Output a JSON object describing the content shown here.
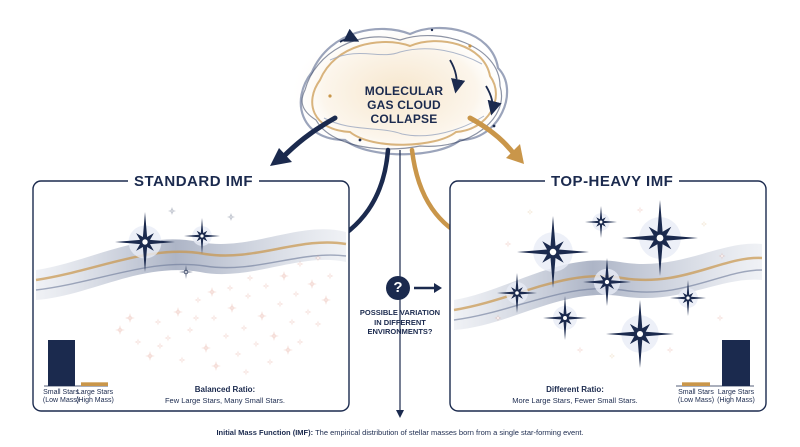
{
  "cloud": {
    "label": "MOLECULAR\nGAS CLOUD\nCOLLAPSE"
  },
  "left_panel": {
    "title": "STANDARD IMF",
    "ratio_title": "Balanced Ratio:",
    "ratio_desc": "Few Large Stars, Many Small Stars.",
    "bars": [
      {
        "label": "Small Stars\n(Low Mass)",
        "level": 1.0,
        "color": "#1b2a4e"
      },
      {
        "label": "Large Stars\n(High Mass)",
        "level": 0.08,
        "color": "#c9964a"
      }
    ]
  },
  "right_panel": {
    "title": "TOP-HEAVY IMF",
    "ratio_title": "Different Ratio:",
    "ratio_desc": "More Large Stars, Fewer Small Stars.",
    "bars": [
      {
        "label": "Small Stars\n(Low Mass)",
        "level": 0.08,
        "color": "#c9964a"
      },
      {
        "label": "Large Stars\n(High Mass)",
        "level": 1.0,
        "color": "#1b2a4e"
      }
    ]
  },
  "question": {
    "symbol": "?",
    "text": "POSSIBLE VARIATION\nIN DIFFERENT\nENVIRONMENTS?"
  },
  "caption": {
    "term": "Initial Mass Function (IMF):",
    "definition": " The empirical distribution of stellar masses born from a single star-forming event."
  },
  "colors": {
    "navy": "#1b2a4e",
    "gold": "#c9964a",
    "rose": "#d9826e"
  }
}
